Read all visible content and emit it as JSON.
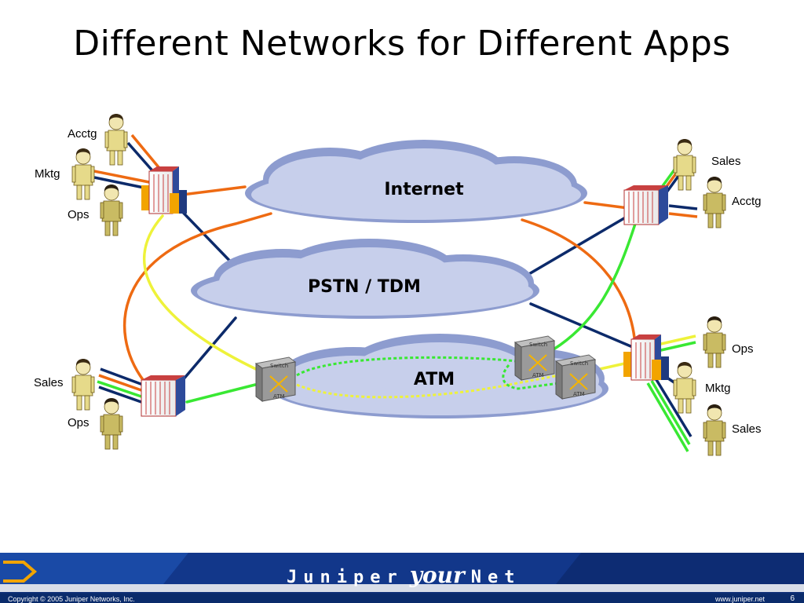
{
  "slide": {
    "title": "Different Networks for Different Apps",
    "page_number": "6"
  },
  "clouds": {
    "internet": "Internet",
    "pstn": "PSTN / TDM",
    "atm": "ATM"
  },
  "sites": {
    "top_left": {
      "people": [
        "Acctg",
        "Mktg",
        "Ops"
      ]
    },
    "bottom_left": {
      "people": [
        "Sales",
        "Ops"
      ]
    },
    "top_right": {
      "people": [
        "Sales",
        "Acctg"
      ]
    },
    "bottom_right": {
      "people": [
        "Ops",
        "Mktg",
        "Sales"
      ]
    }
  },
  "switch_label": "Switch",
  "switch_sub": "ATM",
  "colors": {
    "orange": "#ee6a12",
    "navy": "#0c2a6a",
    "yellow": "#eef23a",
    "green": "#39e833",
    "cloud_fill": "#c7cfeb",
    "cloud_edge": "#8d9ccf"
  },
  "footer": {
    "copyright": "Copyright © 2005 Juniper Networks, Inc.",
    "url": "www.juniper.net",
    "brand_left": "Juniper",
    "brand_script": "your",
    "brand_right": "Net"
  }
}
